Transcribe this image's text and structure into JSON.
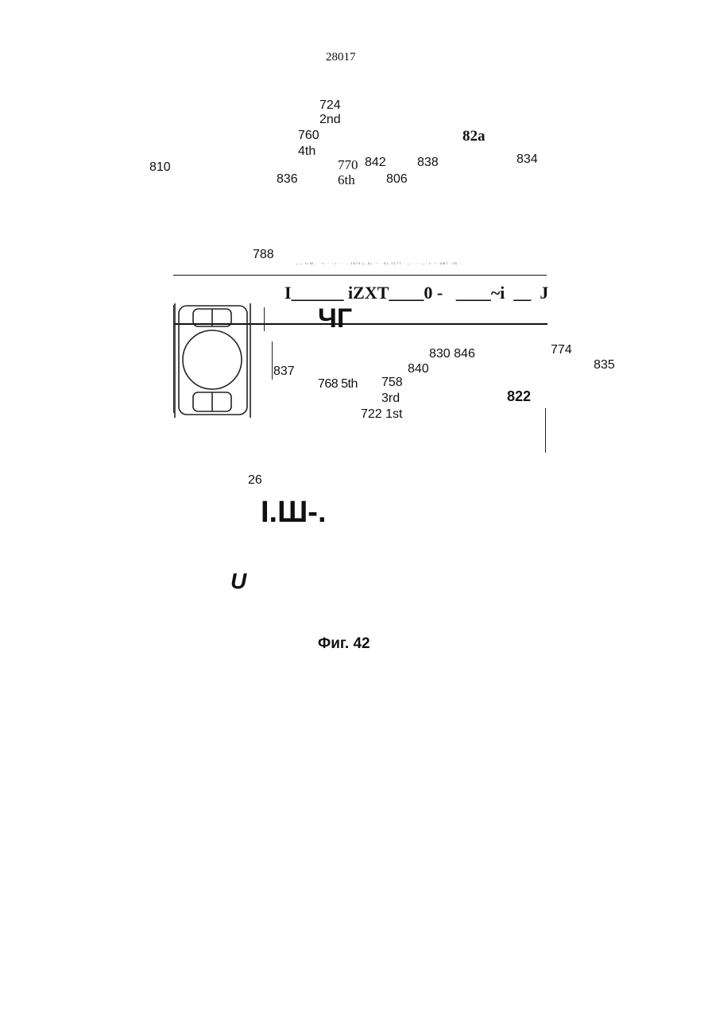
{
  "page_number": "28017",
  "labels": {
    "l724": "724",
    "l2nd": "2nd",
    "l760": "760",
    "l4th": "4th",
    "l82a": "82a",
    "l810": "810",
    "l770": "770",
    "l6th": "6th",
    "l842": "842",
    "l838": "838",
    "l834": "834",
    "l836": "836",
    "l806": "806",
    "l788": "788",
    "l774": "774",
    "l830_846": "830 846",
    "l835": "835",
    "l840": "840",
    "l837": "837",
    "l768_5th": "768 5th",
    "l758": "758",
    "l3rd": "3rd",
    "l822": "822",
    "l722_1st": "722 1st",
    "l26": "26"
  },
  "garbled_row": "I______ iZXT____0 -   ____~i  __  J",
  "tiny_marks": "—— ti:W -  ··▪  ··  ·;i  ·  ·  ·,  1875  (;,5)  ·~· ·EL  7C7T ·  — · ·  ·—·   ▪·  /··6MT  ·7B ·:",
  "glyph_mid": "ЧГ",
  "glyph_big": "I.Ш-.",
  "glyph_u": "U",
  "caption": "Фиг. 42"
}
